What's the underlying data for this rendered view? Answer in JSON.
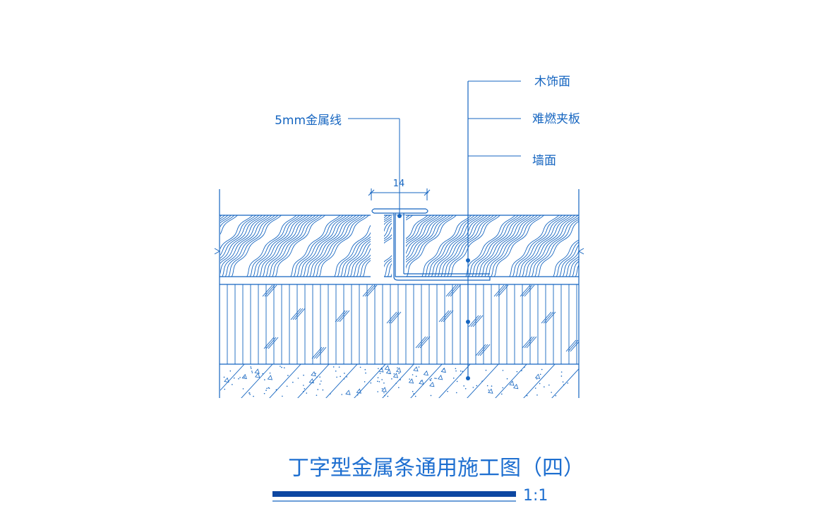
{
  "drawing": {
    "title": "丁字型金属条通用施工图（四）",
    "scale": "1:1",
    "dimension": "14",
    "labels": {
      "metal_strip": "5mm金属线",
      "wood_finish": "木饰面",
      "fire_board": "难燃夹板",
      "wall": "墙面"
    },
    "colors": {
      "line": "#1565c0",
      "title": "#1e6fd0",
      "title_bar": "#0d47a1",
      "background": "#ffffff"
    }
  }
}
